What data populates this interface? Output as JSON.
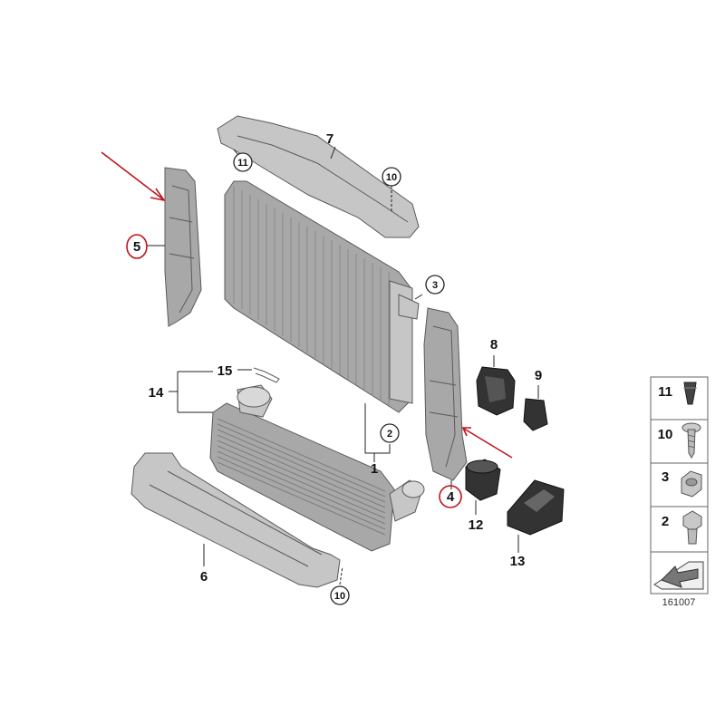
{
  "callouts": {
    "c1": "1",
    "c2": "2",
    "c3": "3",
    "c4": "4",
    "c5": "5",
    "c6": "6",
    "c7": "7",
    "c8": "8",
    "c9": "9",
    "c10a": "10",
    "c10b": "10",
    "c11": "11",
    "c12": "12",
    "c13": "13",
    "c14": "14",
    "c15": "15"
  },
  "legend": {
    "items": [
      "11",
      "10",
      "3",
      "2"
    ],
    "code": "161007"
  },
  "colors": {
    "highlight": "#c0141c",
    "part": "#a8a8a8",
    "part_dark": "#333333"
  }
}
